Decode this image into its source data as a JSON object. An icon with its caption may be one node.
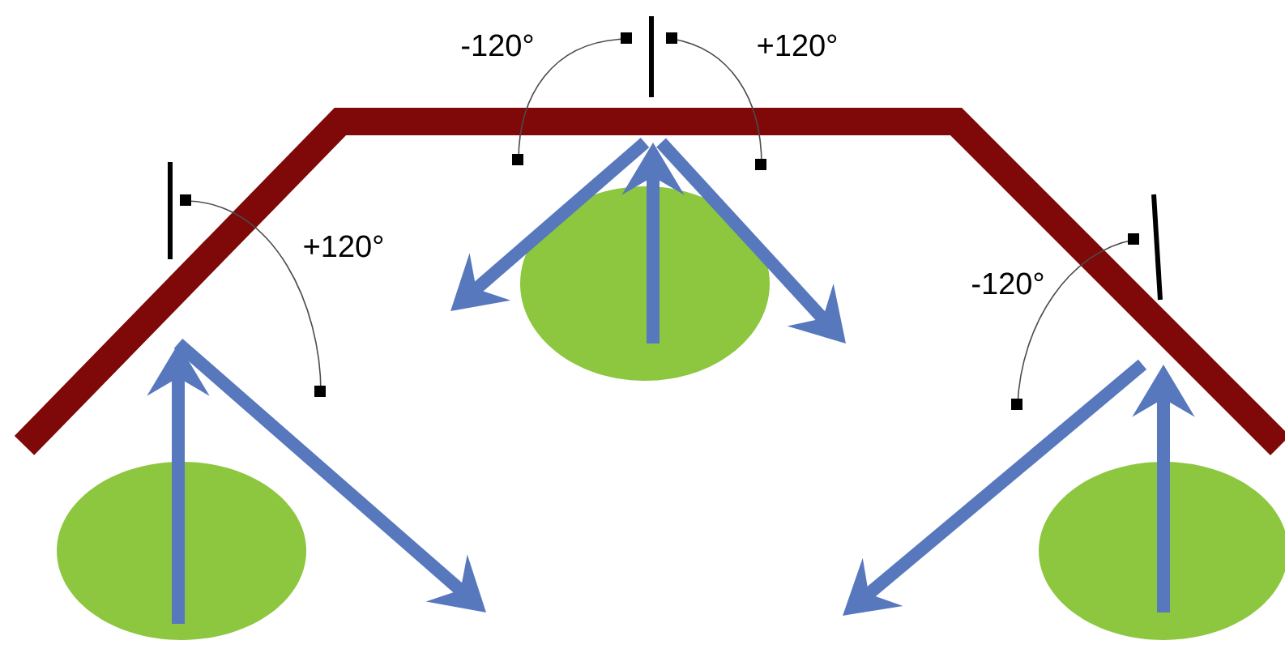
{
  "diagram": {
    "nodes": [
      {
        "text": [],
        "shape": "circle"
      },
      {
        "text": [],
        "shape": "circle"
      },
      {
        "text": [],
        "shape": "circle"
      }
    ],
    "labels": [
      "-120°",
      "+120°",
      "+120°",
      "-120°"
    ]
  }
}
